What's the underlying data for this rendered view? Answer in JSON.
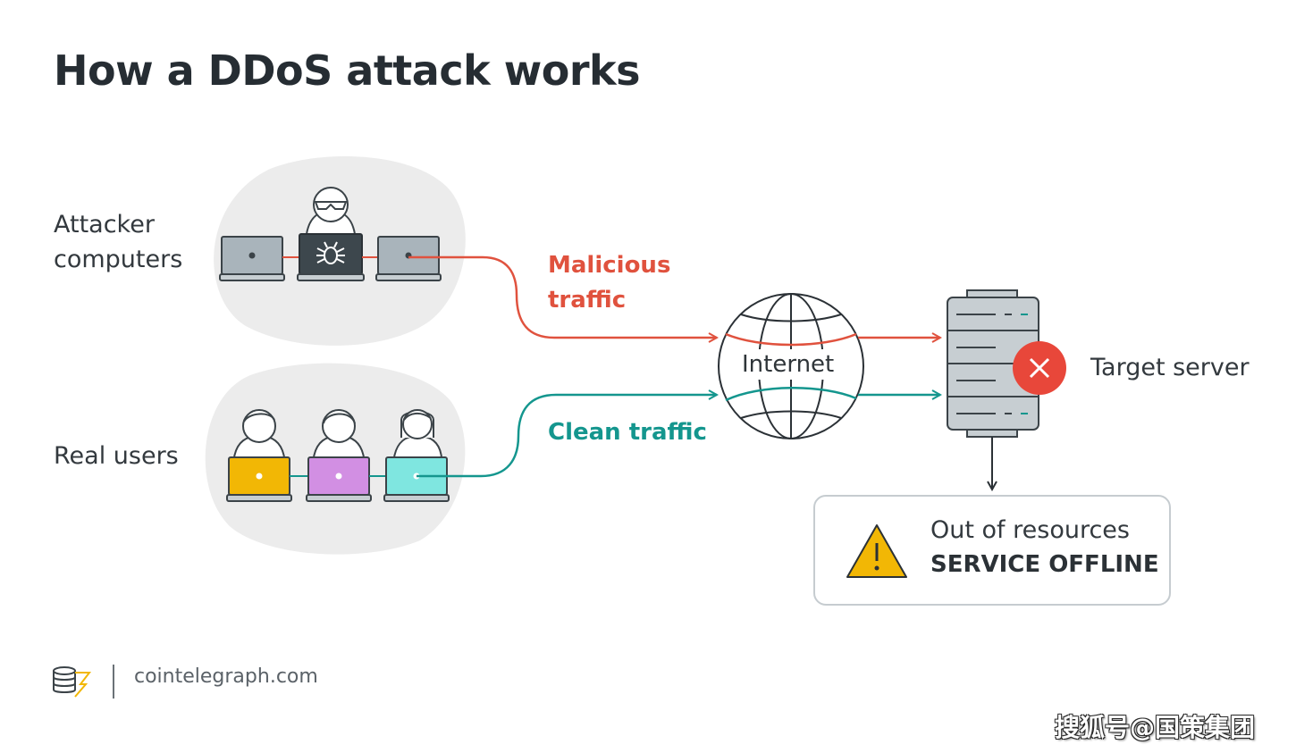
{
  "title": "How a DDoS attack works",
  "labels": {
    "attacker": "Attacker computers",
    "real_users": "Real users",
    "malicious": "Malicious traffic",
    "clean": "Clean traffic",
    "internet": "Internet",
    "target": "Target server"
  },
  "status": {
    "line1": "Out of resources",
    "line2": "SERVICE OFFLINE",
    "icon": "warning-icon"
  },
  "brand": {
    "name": "cointelegraph.com",
    "logo": "cointelegraph-logo"
  },
  "watermark": "搜狐号@国策集团",
  "colors": {
    "malicious": "#e0523e",
    "clean": "#14968e",
    "laptop_yellow": "#f2b705",
    "laptop_purple": "#d28fe3",
    "laptop_cyan": "#7fe6e0",
    "error": "#e8473a",
    "warning": "#f2b705"
  }
}
